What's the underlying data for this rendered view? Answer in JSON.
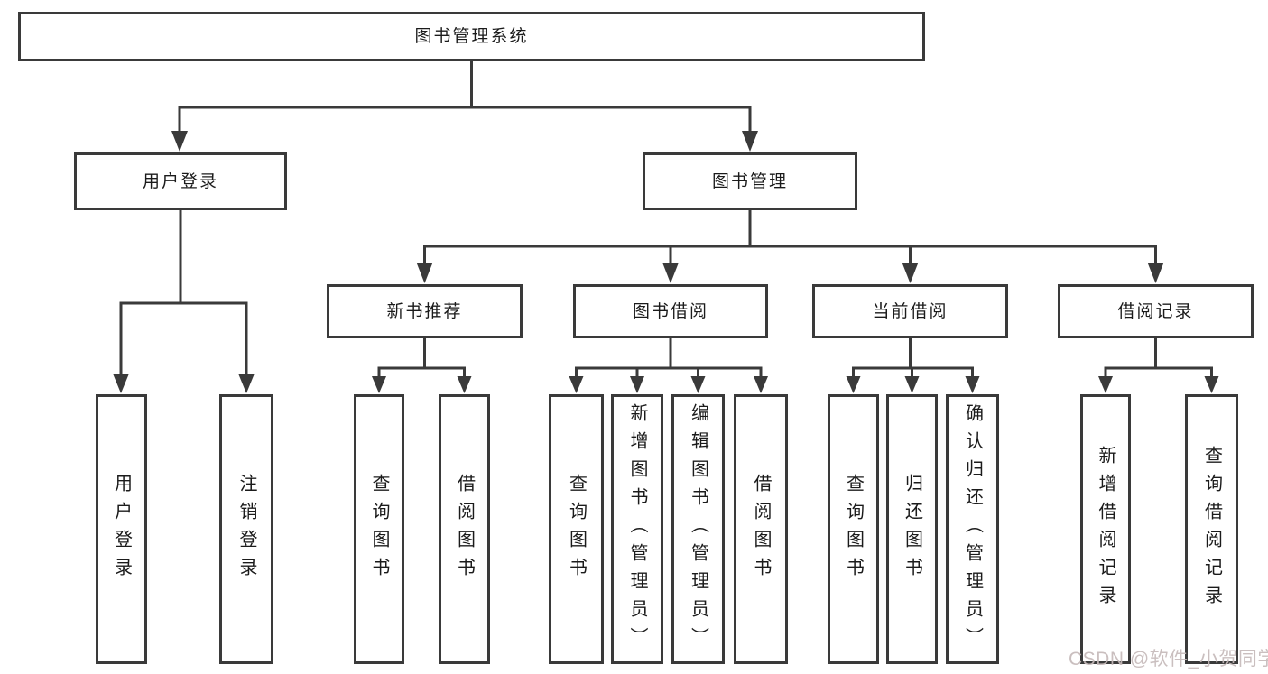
{
  "tree": {
    "label": "图书管理系统",
    "children": [
      {
        "label": "用户登录",
        "children": [
          {
            "label": "用户登录"
          },
          {
            "label": "注销登录"
          }
        ]
      },
      {
        "label": "图书管理",
        "children": [
          {
            "label": "新书推荐",
            "children": [
              {
                "label": "查询图书"
              },
              {
                "label": "借阅图书"
              }
            ]
          },
          {
            "label": "图书借阅",
            "children": [
              {
                "label": "查询图书"
              },
              {
                "label": "新增图书（管理员）"
              },
              {
                "label": "编辑图书（管理员）"
              },
              {
                "label": "借阅图书"
              }
            ]
          },
          {
            "label": "当前借阅",
            "children": [
              {
                "label": "查询图书"
              },
              {
                "label": "归还图书"
              },
              {
                "label": "确认归还（管理员）"
              }
            ]
          },
          {
            "label": "借阅记录",
            "children": [
              {
                "label": "新增借阅记录"
              },
              {
                "label": "查询借阅记录"
              }
            ]
          }
        ]
      }
    ]
  },
  "watermark": {
    "text": "CSDN @软件_小贺同学"
  },
  "colors": {
    "line": "#3a3a3a",
    "text": "#1b1b1b",
    "watermark": "#c5baba",
    "background": "#ffffff"
  }
}
